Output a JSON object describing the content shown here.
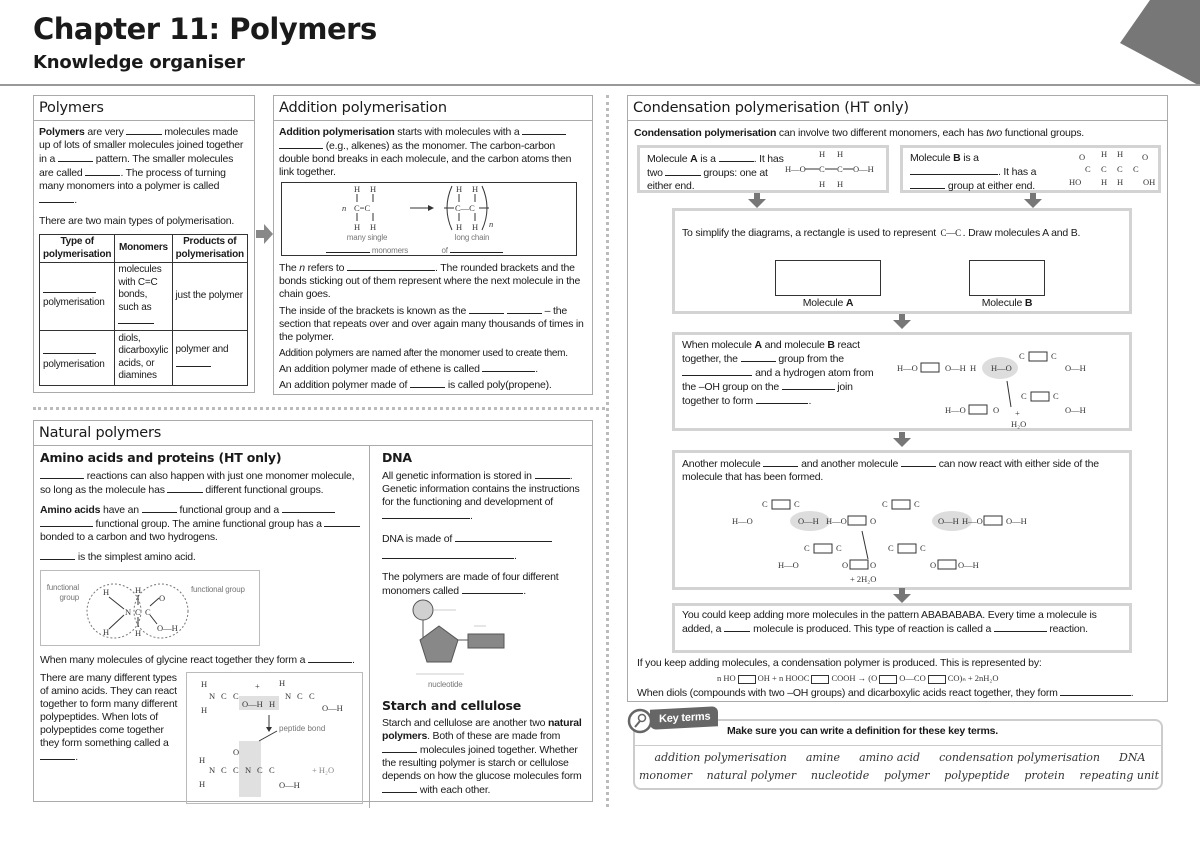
{
  "header": {
    "title": "Chapter 11: Polymers",
    "subtitle": "Knowledge organiser"
  },
  "chem": {
    "H": "H",
    "C": "C",
    "O": "O",
    "N": "N",
    "n": "n",
    "OH": "OH",
    "HO": "HO",
    "HO_bond": "H—O",
    "OH_bond": "O—H",
    "CC": "C—C",
    "CdC": "C=C",
    "plus": "+",
    "H2O": "+ H₂O",
    "twoH2O": "+ 2H₂O",
    "H2O_stack": "H₂O"
  },
  "polymers": {
    "title": "Polymers",
    "p1": "**Polymers** are very ________ molecules made up of lots of smaller molecules joined together in a ________ pattern. The smaller molecules are called ________. The process of turning many monomers into a polymer is called ________.",
    "p2": "There are two main types of polymerisation.",
    "table": {
      "headers": [
        "Type of polymerisation",
        "Monomers",
        "Products of polymerisation"
      ],
      "rows": [
        [
          "____________ polymerisation",
          "molecules with C=C bonds, such as ________",
          "just the polymer"
        ],
        [
          "____________ polymerisation",
          "diols, dicarboxylic acids, or diamines",
          "polymer and ________"
        ]
      ]
    }
  },
  "addition": {
    "title": "Addition polymerisation",
    "p1": "**Addition polymerisation** starts with molecules with a __________ __________ (e.g., alkenes) as the monomer. The carbon-carbon double bond breaks in each molecule, and the carbon atoms then link together.",
    "diagram": {
      "left_label1": "many single",
      "left_label2": "__________ monomers",
      "right_label1": "long chain",
      "right_label2": "of ____________"
    },
    "p2": "The *n* refers to ____________________. The rounded brackets and the bonds sticking out of them represent where the next molecule in the chain goes.",
    "p3": "The inside of the brackets is known as the ________ ________ – the section that repeats over and over again many thousands of times in the polymer.",
    "p4": "Addition polymers are named after the monomer used to create them.",
    "bullets": [
      "An addition polymer made of ethene is called ____________.",
      "An addition polymer made of ________ is called poly(propene)."
    ]
  },
  "natural": {
    "title": "Natural polymers",
    "amino": {
      "title": "Amino acids and proteins (HT only)",
      "p1": "__________ reactions can also happen with just one monomer molecule, so long as the molecule has ________ different functional groups.",
      "p2": "**Amino acids** have an ________ functional group and a ____________ ____________ functional group. The amine functional group has a ________ bonded to a carbon and two hydrogens.",
      "p3": "________ is the simplest amino acid.",
      "fg_left1": "functional",
      "fg_left2": "group",
      "fg_right": "functional group",
      "p4": "When many molecules of glycine react together they form a __________.",
      "p5": "There are many different types of amino acids. They can react together to form many different polypeptides. When lots of polypeptides come together they form something called a ________.",
      "peptide_bond": "peptide bond"
    },
    "dna": {
      "title": "DNA",
      "p1": "All genetic information is stored in ________. Genetic information contains the instructions for the functioning and development of ____________________.",
      "p2": "DNA is made of ______________________ ______________________________.",
      "p3": "The polymers are made of four different monomers called ______________.",
      "nucleotide": "nucleotide"
    },
    "starch": {
      "title": "Starch and cellulose",
      "p1": "Starch and cellulose are another two **natural polymers**. Both of these are made from ________ molecules joined together. Whether the resulting polymer is starch or cellulose depends on how the glucose molecules form ________ with each other."
    }
  },
  "condensation": {
    "title": "Condensation polymerisation (HT only)",
    "intro": "**Condensation polymerisation** can involve two different monomers, each has *two* functional groups.",
    "molA": "Molecule **A** is a ________. It has two ________ groups: one at either end.",
    "molB": "Molecule **B** is a ____________________. It has a ________ group at either end.",
    "simplify_pre": "To simplify the diagrams, a rectangle is used to represent",
    "simplify_post": ". Draw molecules A and B.",
    "label_A": "Molecule **A**",
    "label_B": "Molecule **B**",
    "react": "When molecule **A** and molecule **B** react together, the ________ group from the ________________ and a hydrogen atom from the –OH group on the ____________ join together to form ____________.",
    "another": "Another molecule ________ and another molecule ________ can now react with either side of the molecule that has been formed.",
    "abab": "You could keep adding more molecules in the pattern ABABABABA. Every time a molecule is added, a ______ molecule is produced. This type of reaction is called a ____________ reaction.",
    "keep": "If you keep adding molecules, a condensation polymer is produced. This is represented by:",
    "equation": {
      "a": "n HO",
      "b": "OH + n HOOC",
      "c": "COOH",
      "arrow": "→",
      "d": "(O",
      "e": "O—CO",
      "f": "CO)ₙ + 2nH₂O"
    },
    "diols": "When diols (compounds with two –OH groups) and dicarboxylic acids react together, they form ________________."
  },
  "key_terms": {
    "tab": "Key terms",
    "heading": "Make sure you can write a definition for these key terms.",
    "row1": [
      "addition polymerisation",
      "amine",
      "amino acid",
      "condensation polymerisation",
      "DNA"
    ],
    "row2": [
      "monomer",
      "natural polymer",
      "nucleotide",
      "polymer",
      "polypeptide",
      "protein",
      "repeating unit"
    ]
  },
  "colors": {
    "panel_border": "#aaaaaa",
    "box_border": "#d3d3d3",
    "arrow": "#777777",
    "highlight": "#e0e0e0"
  }
}
